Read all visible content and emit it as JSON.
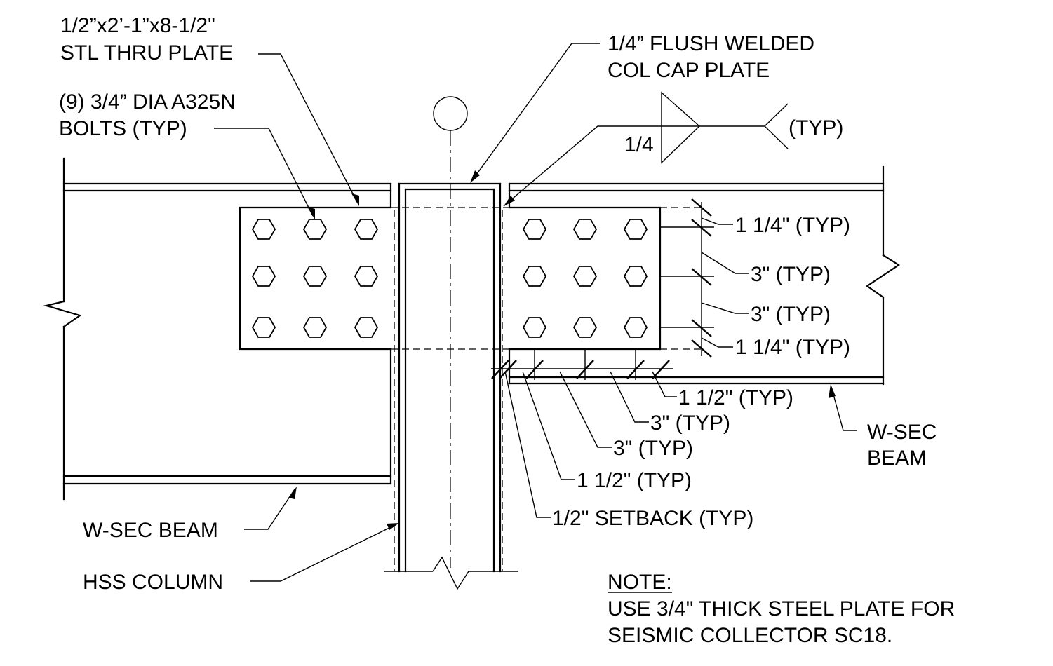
{
  "labels": {
    "plate_line1": "1/2”x2’-1”x8-1/2\"",
    "plate_line2": "STL THRU PLATE",
    "bolts_line1": "(9) 3/4” DIA A325N",
    "bolts_line2": "BOLTS (TYP)",
    "cap_line1": "1/4” FLUSH WELDED",
    "cap_line2": "COL CAP PLATE",
    "weld_size": "1/4",
    "weld_typ": "(TYP)",
    "edge_top": "1 1/4\" (TYP)",
    "spacing_1": "3\" (TYP)",
    "spacing_2": "3\" (TYP)",
    "edge_bottom": "1 1/4\" (TYP)",
    "h_edge_right": "1 1/2\" (TYP)",
    "h_spacing_right": "3\" (TYP)",
    "h_spacing_left": "3\" (TYP)",
    "h_edge_left": "1 1/2\" (TYP)",
    "setback": "1/2\" SETBACK (TYP)",
    "beam_right_line1": "W-SEC",
    "beam_right_line2": "BEAM",
    "beam_left": "W-SEC BEAM",
    "column": "HSS COLUMN",
    "note_title": "NOTE:",
    "note_line1": "USE 3/4\" THICK STEEL PLATE FOR",
    "note_line2": "SEISMIC COLLECTOR SC18."
  }
}
